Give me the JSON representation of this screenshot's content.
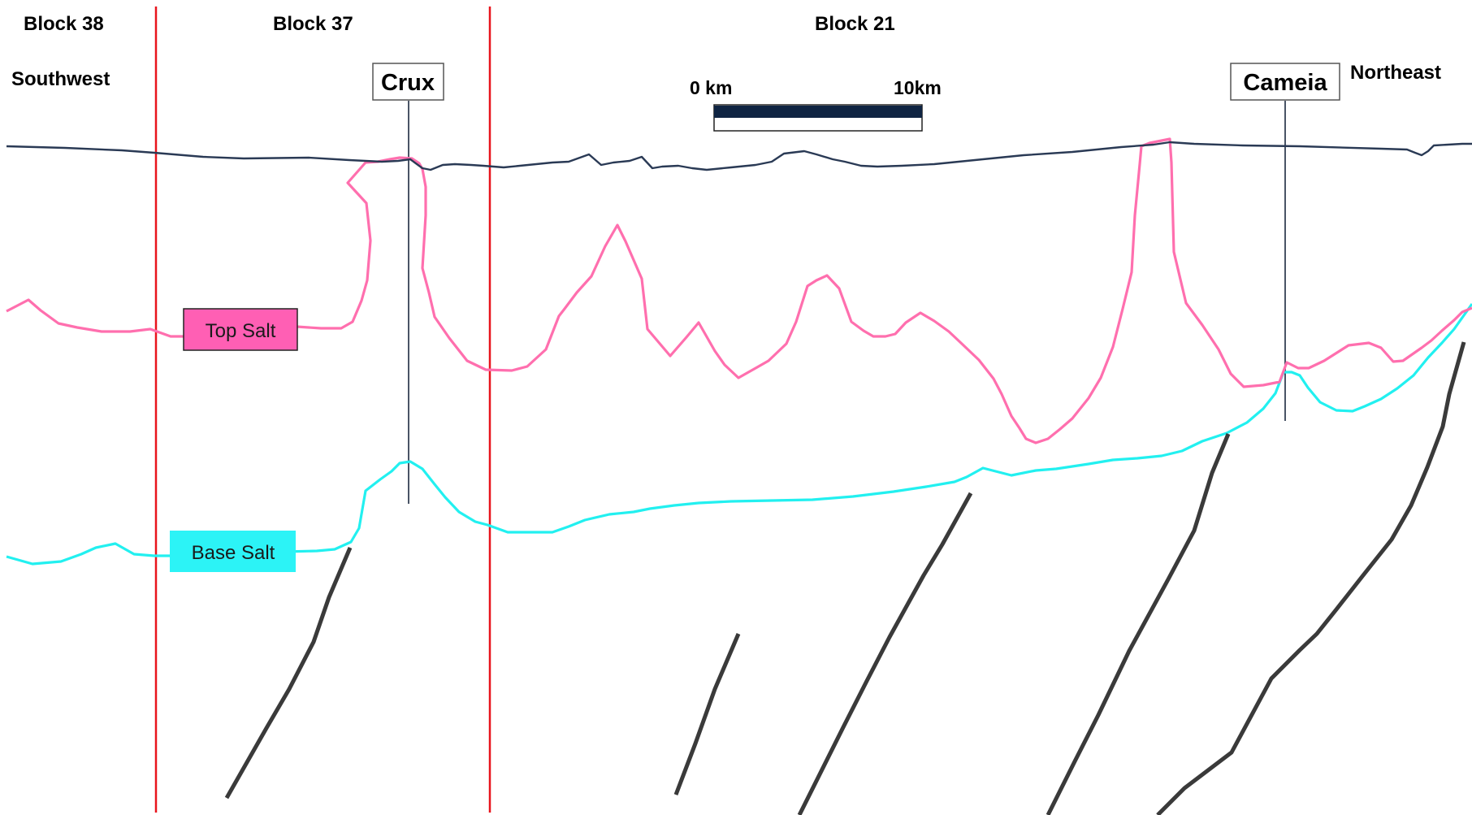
{
  "blocks": {
    "block38": "Block 38",
    "block37": "Block 37",
    "block21": "Block 21"
  },
  "directions": {
    "southwest": "Southwest",
    "northeast": "Northeast"
  },
  "wells": {
    "crux": "Crux",
    "cameia": "Cameia"
  },
  "scale_bar": {
    "start_label": "0 km",
    "end_label": "10km"
  },
  "legend": {
    "top_salt": "Top Salt",
    "base_salt": "Base Salt"
  },
  "colors": {
    "seabed": "#2a3a55",
    "top_salt": "#ff6fae",
    "base_salt": "#22f0f0",
    "block_boundary": "#e8141c",
    "fault": "#3a3a3a",
    "top_salt_box": "#ff5fb4",
    "base_salt_box": "#2cf3f6",
    "scale_dark": "#0f2442"
  }
}
